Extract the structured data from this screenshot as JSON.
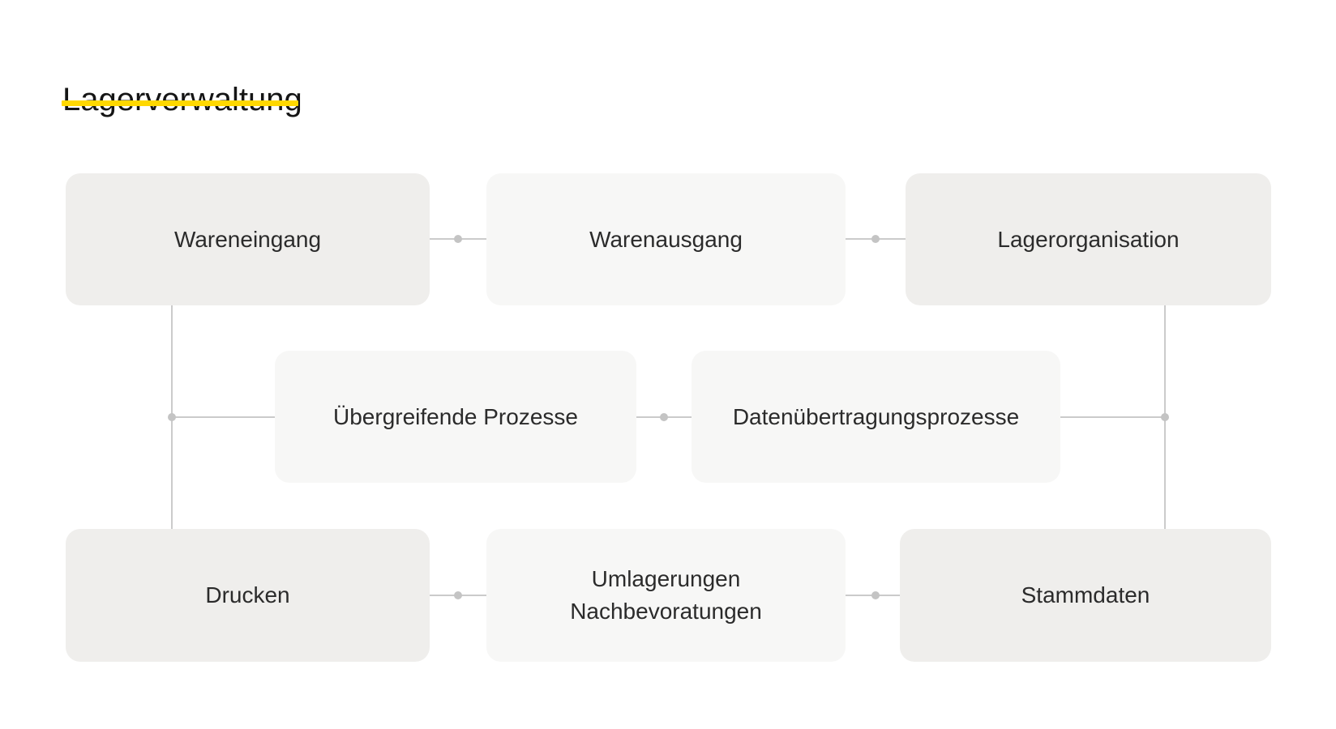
{
  "title": "Lagerverwaltung",
  "colors": {
    "accent_underline": "#FFD800",
    "node_fill_dark": "#EFEEEC",
    "node_fill_light": "#F7F7F6",
    "connector_line": "#CBCBCB",
    "connector_dot": "#C4C4C4",
    "text": "#2B2B2B",
    "background": "#FFFFFF"
  },
  "diagram": {
    "nodes": [
      {
        "id": "wareneingang",
        "label": "Wareneingang",
        "variant": "dark"
      },
      {
        "id": "warenausgang",
        "label": "Warenausgang",
        "variant": "light"
      },
      {
        "id": "lagerorganisation",
        "label": "Lagerorganisation",
        "variant": "dark"
      },
      {
        "id": "uebergreifende-prozesse",
        "label": "Übergreifende Prozesse",
        "variant": "light"
      },
      {
        "id": "datenuebertragungsprozesse",
        "label": "Datenübertragungsprozesse",
        "variant": "light"
      },
      {
        "id": "drucken",
        "label": "Drucken",
        "variant": "dark"
      },
      {
        "id": "umlagerungen-nachbevoratungen",
        "label": "Umlagerungen",
        "label_line2": "Nachbevoratungen",
        "variant": "light"
      },
      {
        "id": "stammdaten",
        "label": "Stammdaten",
        "variant": "dark"
      }
    ],
    "edges": [
      {
        "from": "wareneingang",
        "to": "warenausgang"
      },
      {
        "from": "warenausgang",
        "to": "lagerorganisation"
      },
      {
        "from": "wareneingang",
        "to": "drucken"
      },
      {
        "from": "wareneingang",
        "to": "uebergreifende-prozesse"
      },
      {
        "from": "uebergreifende-prozesse",
        "to": "datenuebertragungsprozesse"
      },
      {
        "from": "datenuebertragungsprozesse",
        "to": "lagerorganisation"
      },
      {
        "from": "lagerorganisation",
        "to": "stammdaten"
      },
      {
        "from": "drucken",
        "to": "umlagerungen-nachbevoratungen"
      },
      {
        "from": "umlagerungen-nachbevoratungen",
        "to": "stammdaten"
      }
    ]
  }
}
